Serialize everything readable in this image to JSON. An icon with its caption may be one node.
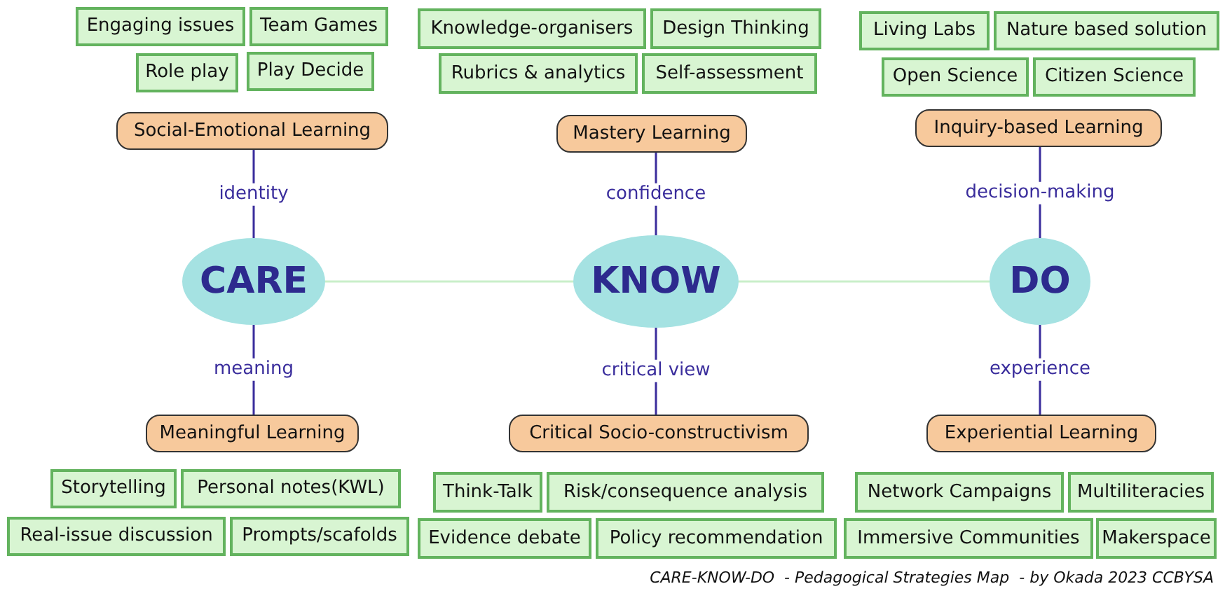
{
  "diagram": {
    "caption": "CARE-KNOW-DO  - Pedagogical Strategies Map  - by Okada 2023 CCBYSA",
    "nodes": [
      {
        "text": [
          "CARE"
        ]
      },
      {
        "text": [
          "KNOW"
        ]
      },
      {
        "text": [
          "DO"
        ]
      },
      {
        "text": [
          "Social-Emotional Learning"
        ]
      },
      {
        "text": [
          "Mastery Learning"
        ]
      },
      {
        "text": [
          "Inquiry-based Learning"
        ]
      },
      {
        "text": [
          "Meaningful Learning"
        ]
      },
      {
        "text": [
          "Critical Socio-constructivism"
        ]
      },
      {
        "text": [
          "Experiential Learning"
        ]
      },
      {
        "text": [
          "Engaging issues"
        ]
      },
      {
        "text": [
          "Team Games"
        ]
      },
      {
        "text": [
          "Role play"
        ]
      },
      {
        "text": [
          "Play Decide"
        ]
      },
      {
        "text": [
          "Knowledge-organisers"
        ]
      },
      {
        "text": [
          "Design Thinking"
        ]
      },
      {
        "text": [
          "Rubrics & analytics"
        ]
      },
      {
        "text": [
          "Self-assessment"
        ]
      },
      {
        "text": [
          "Living Labs"
        ]
      },
      {
        "text": [
          "Nature based solution"
        ]
      },
      {
        "text": [
          "Open Science"
        ]
      },
      {
        "text": [
          "Citizen Science"
        ]
      },
      {
        "text": [
          "Storytelling"
        ]
      },
      {
        "text": [
          "Personal notes(KWL)"
        ]
      },
      {
        "text": [
          "Real-issue discussion"
        ]
      },
      {
        "text": [
          "Prompts/scafolds"
        ]
      },
      {
        "text": [
          "Think-Talk"
        ]
      },
      {
        "text": [
          "Risk/consequence analysis"
        ]
      },
      {
        "text": [
          "Evidence debate"
        ]
      },
      {
        "text": [
          "Policy recommendation"
        ]
      },
      {
        "text": [
          "Network Campaigns"
        ]
      },
      {
        "text": [
          "Multiliteracies"
        ]
      },
      {
        "text": [
          "Immersive Communities"
        ]
      },
      {
        "text": [
          "Makerspace"
        ]
      }
    ],
    "edges": [
      {
        "from": 0,
        "to": 1,
        "arrow": "none",
        "color": "#c9efc9"
      },
      {
        "from": 1,
        "to": 2,
        "arrow": "none",
        "color": "#c9efc9"
      },
      {
        "from": 0,
        "to": 3,
        "arrow": "none",
        "label": "identity"
      },
      {
        "from": 1,
        "to": 4,
        "arrow": "none",
        "label": "confidence"
      },
      {
        "from": 2,
        "to": 5,
        "arrow": "none",
        "label": "decision-making"
      },
      {
        "from": 0,
        "to": 6,
        "arrow": "none",
        "label": "meaning"
      },
      {
        "from": 1,
        "to": 7,
        "arrow": "none",
        "label": "critical view"
      },
      {
        "from": 2,
        "to": 8,
        "arrow": "none",
        "label": "experience"
      }
    ]
  }
}
